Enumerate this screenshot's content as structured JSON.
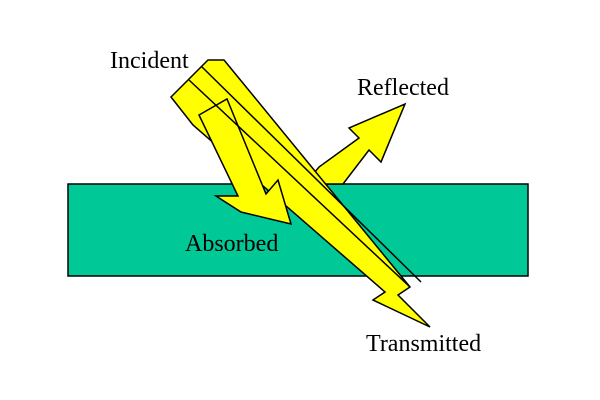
{
  "labels": {
    "incident": "Incident",
    "reflected": "Reflected",
    "absorbed": "Absorbed",
    "transmitted": "Transmitted"
  },
  "colors": {
    "background": "#ffffff",
    "slab_fill": "#00c896",
    "beam_fill": "#ffff00",
    "outline": "#000000"
  }
}
